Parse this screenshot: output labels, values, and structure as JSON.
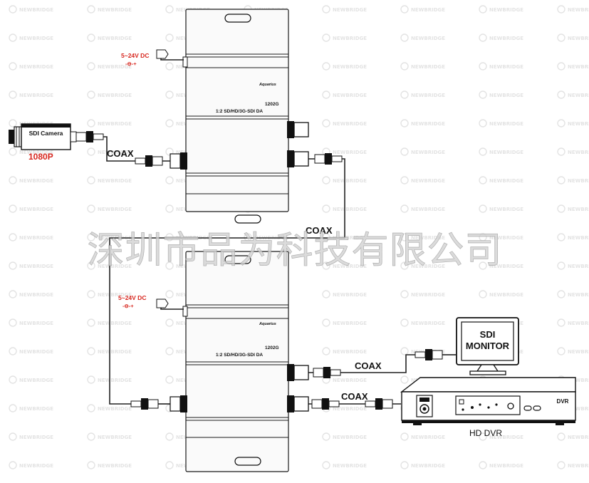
{
  "watermark": {
    "brand": "NEWBRIDGE",
    "company": "深圳市品为科技有限公司"
  },
  "devices": {
    "top": {
      "brand": "Aquarius",
      "model": "1202G",
      "description": "1:2 SD/HD/3G-SDI DA",
      "power": "5~24V DC",
      "polarity": "-⊖-+"
    },
    "bottom": {
      "brand": "Aquarius",
      "model": "1202G",
      "description": "1:2 SD/HD/3G-SDI DA",
      "power": "5~24V DC",
      "polarity": "-⊖-+"
    }
  },
  "camera": {
    "label": "SDI Camera",
    "resolution": "1080P"
  },
  "cables": {
    "camera_to_top": "COAX",
    "top_to_bottom": "COAX",
    "bottom_to_monitor": "COAX",
    "bottom_to_dvr": "COAX"
  },
  "monitor": {
    "line1": "SDI",
    "line2": "MONITOR"
  },
  "dvr": {
    "badge": "DVR",
    "label": "HD DVR"
  }
}
